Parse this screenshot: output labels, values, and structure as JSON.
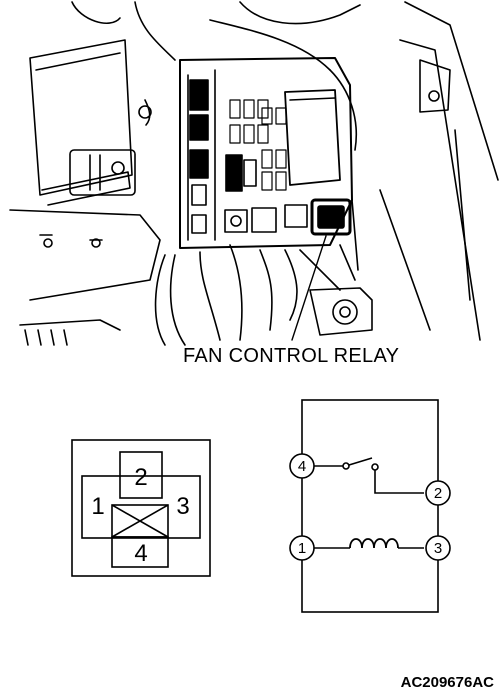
{
  "callout": {
    "label": "FAN CONTROL RELAY"
  },
  "figure_code": "AC209676AC",
  "connector": {
    "pins": [
      "2",
      "1",
      "3",
      "4"
    ]
  },
  "circuit": {
    "terminals": [
      "4",
      "2",
      "1",
      "3"
    ]
  }
}
